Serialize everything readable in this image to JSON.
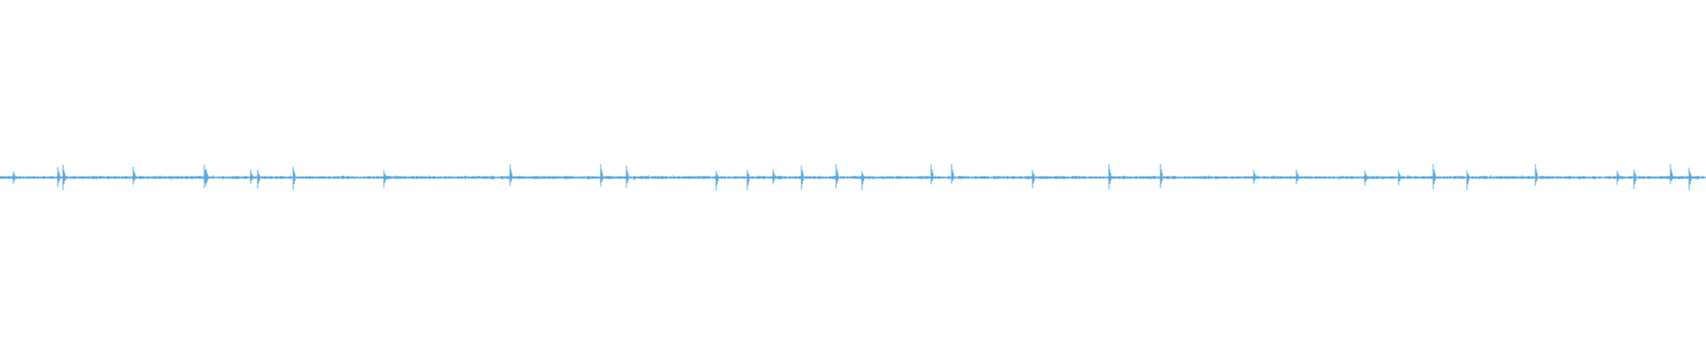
{
  "waveform": {
    "color": "#5aa9e0",
    "peak_amplitude": 0.155,
    "baseline_amplitude": 0.035,
    "spike_positions": [
      0.008,
      0.034,
      0.037,
      0.078,
      0.12,
      0.121,
      0.147,
      0.151,
      0.172,
      0.225,
      0.299,
      0.352,
      0.367,
      0.42,
      0.438,
      0.453,
      0.47,
      0.49,
      0.505,
      0.546,
      0.558,
      0.605,
      0.65,
      0.68,
      0.735,
      0.76,
      0.8,
      0.82,
      0.84,
      0.86,
      0.9,
      0.948,
      0.958,
      0.979,
      0.99
    ]
  }
}
